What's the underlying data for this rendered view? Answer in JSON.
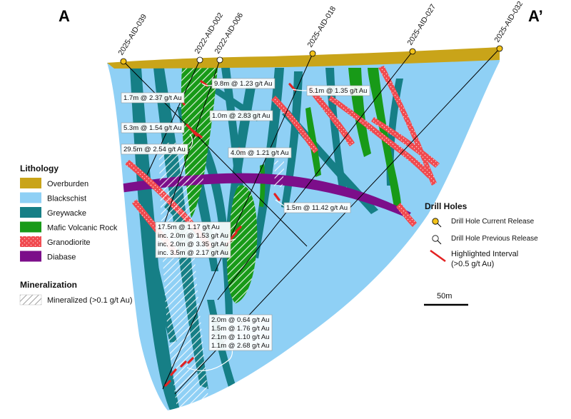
{
  "section": {
    "start_label": "A",
    "end_label": "A’"
  },
  "colors": {
    "overburden": "#c9a419",
    "blackschist": "#8fd0f5",
    "greywacke": "#167f86",
    "mafic_volcanic": "#189a18",
    "granodiorite": "#f04a4f",
    "diabase": "#7c0e8a",
    "highlight": "#e32222"
  },
  "drill_holes": [
    {
      "id": "2025-AID-039",
      "release": "current"
    },
    {
      "id": "2022-AID-002",
      "release": "previous"
    },
    {
      "id": "2022-AID-006",
      "release": "previous"
    },
    {
      "id": "2025-AID-018",
      "release": "current"
    },
    {
      "id": "2025-AID-027",
      "release": "current"
    },
    {
      "id": "2025-AID-032",
      "release": "current"
    }
  ],
  "intervals": [
    {
      "hole": "2022-AID-002",
      "lines": [
        "9.8m @ 1.23 g/t Au"
      ]
    },
    {
      "hole": "2025-AID-039",
      "lines": [
        "1.7m @ 2.37 g/t Au"
      ]
    },
    {
      "hole": "2025-AID-018",
      "lines": [
        "5.1m @ 1.35 g/t Au"
      ]
    },
    {
      "hole": "2022-AID-006",
      "lines": [
        "1.0m @ 2.83 g/t Au"
      ]
    },
    {
      "hole": "2025-AID-039",
      "lines": [
        "5.3m @ 1.54 g/t Au"
      ]
    },
    {
      "hole": "2025-AID-039",
      "lines": [
        "29.5m @ 2.54 g/t Au"
      ]
    },
    {
      "hole": "2025-AID-018",
      "lines": [
        "4.0m @ 1.21 g/t Au"
      ]
    },
    {
      "hole": "2025-AID-027",
      "lines": [
        "1.5m @ 11.42 g/t Au"
      ]
    },
    {
      "hole": "2025-AID-039",
      "lines": [
        "17.5m @ 1.17 g/t Au",
        "inc. 2.0m @ 1.53 g/t Au",
        "inc. 2.0m @ 3.35 g/t Au",
        "inc. 3.5m @ 2.17 g/t Au"
      ]
    },
    {
      "hole": "2025-AID-027",
      "lines": [
        "2.0m @ 0.64 g/t Au",
        "1.5m @ 1.76 g/t Au",
        "2.1m @ 1.10 g/t Au",
        "1.1m @ 2.68 g/t Au"
      ]
    }
  ],
  "legend": {
    "lithology_title": "Lithology",
    "lithology": [
      {
        "key": "overburden",
        "label": "Overburden"
      },
      {
        "key": "blackschist",
        "label": "Blackschist"
      },
      {
        "key": "greywacke",
        "label": "Greywacke"
      },
      {
        "key": "mafic_volcanic",
        "label": "Mafic Volcanic Rock"
      },
      {
        "key": "granodiorite",
        "label": "Granodiorite"
      },
      {
        "key": "diabase",
        "label": "Diabase"
      }
    ],
    "mineralization_title": "Mineralization",
    "mineralization_label": "Mineralized (>0.1 g/t Au)",
    "drill_holes_title": "Drill Holes",
    "current_release_label": "Drill Hole Current Release",
    "previous_release_label": "Drill Hole Previous Release",
    "highlight_label_line1": "Highlighted Interval",
    "highlight_label_line2": "(>0.5 g/t Au)"
  },
  "scale": {
    "label": "50m"
  }
}
